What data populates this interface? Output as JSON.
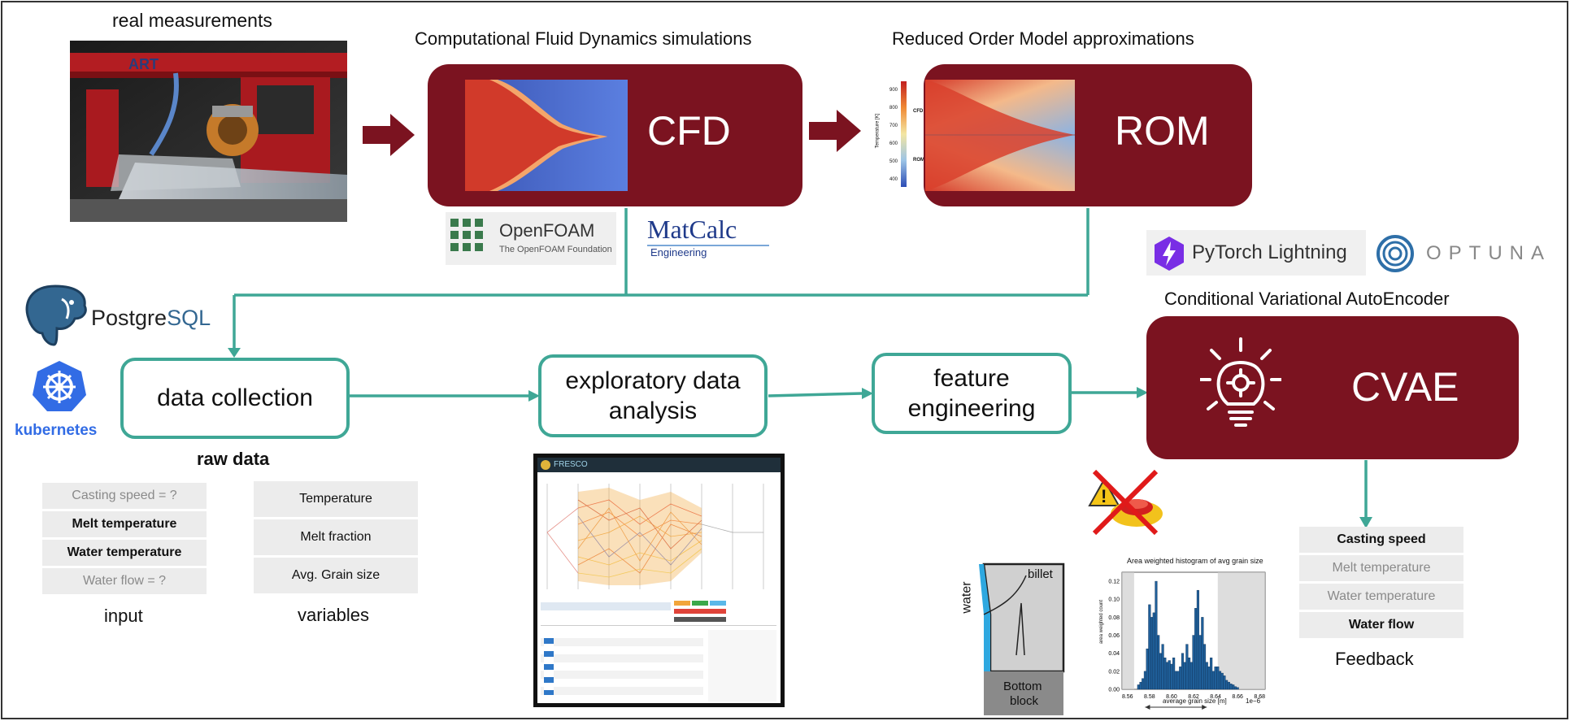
{
  "stages": {
    "real_measurements": "real measurements",
    "cfd_title": "Computational Fluid Dynamics simulations",
    "cfd_label": "CFD",
    "rom_title": "Reduced Order Model approximations",
    "rom_label": "ROM",
    "cvae_title": "Conditional Variational AutoEncoder",
    "cvae_label": "CVAE"
  },
  "rom_plot": {
    "colorbar_label": "Temperature [K]",
    "colorbar_ticks": [
      "900",
      "800",
      "700",
      "600",
      "500",
      "400"
    ],
    "side_labels": [
      "CFD",
      "ROM"
    ]
  },
  "logos": {
    "openfoam": "OpenFOAM",
    "openfoam_sub": "The OpenFOAM Foundation",
    "matcalc": "MatCalc",
    "matcalc_sub": "Engineering",
    "pytorch": "PyTorch Lightning",
    "optuna": "OPTUNA",
    "postgres_a": "Postgre",
    "postgres_b": "SQL",
    "kubernetes": "kubernetes"
  },
  "process": {
    "data_collection": "data collection",
    "eda_line1": "exploratory data",
    "eda_line2": "analysis",
    "fe_line1": "feature",
    "fe_line2": "engineering"
  },
  "raw_data": {
    "heading": "raw data",
    "inputs": [
      "Casting speed = ?",
      "Melt temperature",
      "Water temperature",
      "Water flow  = ?"
    ],
    "input_caption": "input",
    "variables": [
      "Temperature",
      "Melt fraction",
      "Avg. Grain size"
    ],
    "variable_caption": "variables"
  },
  "feedback": {
    "items": [
      "Casting speed",
      "Melt temperature",
      "Water temperature",
      "Water flow"
    ],
    "caption": "Feedback"
  },
  "billet": {
    "water": "water",
    "billet": "billet",
    "bottom_block_1": "Bottom",
    "bottom_block_2": "block"
  },
  "histogram": {
    "title": "Area weighted histogram of avg grain size",
    "ylabel": "area weighted count",
    "xlabel": "average grain size [m]",
    "exponent": "1e−6",
    "xticks": [
      "8.56",
      "8.58",
      "8.60",
      "8.62",
      "8.64",
      "8.66",
      "8.68"
    ],
    "yticks": [
      "0.00",
      "0.02",
      "0.04",
      "0.06",
      "0.08",
      "0.10",
      "0.12"
    ]
  },
  "dashboard": {
    "app_name": "FRESCO"
  },
  "chart_data": {
    "type": "bar",
    "title": "Area weighted histogram of avg grain size",
    "xlabel": "average grain size [m]",
    "ylabel": "area weighted count",
    "xlim": [
      8.555,
      8.685
    ],
    "ylim": [
      0,
      0.13
    ],
    "x": [
      8.57,
      8.572,
      8.574,
      8.576,
      8.578,
      8.58,
      8.582,
      8.584,
      8.586,
      8.588,
      8.59,
      8.592,
      8.594,
      8.596,
      8.598,
      8.6,
      8.602,
      8.604,
      8.606,
      8.608,
      8.61,
      8.612,
      8.614,
      8.616,
      8.618,
      8.62,
      8.622,
      8.624,
      8.626,
      8.628,
      8.63,
      8.632,
      8.634,
      8.636,
      8.638,
      8.64,
      8.642,
      8.644,
      8.646,
      8.648,
      8.65,
      8.652,
      8.654,
      8.656,
      8.658,
      8.66
    ],
    "values": [
      0.005,
      0.008,
      0.012,
      0.02,
      0.045,
      0.094,
      0.08,
      0.085,
      0.12,
      0.06,
      0.04,
      0.05,
      0.035,
      0.03,
      0.032,
      0.028,
      0.035,
      0.02,
      0.02,
      0.025,
      0.04,
      0.03,
      0.05,
      0.035,
      0.03,
      0.06,
      0.09,
      0.11,
      0.06,
      0.08,
      0.05,
      0.03,
      0.025,
      0.035,
      0.02,
      0.025,
      0.025,
      0.02,
      0.018,
      0.015,
      0.01,
      0.008,
      0.006,
      0.005,
      0.003,
      0.002
    ],
    "colors": {
      "bars": "#1f5f99",
      "shaded": "#cfcfcf"
    }
  },
  "colors": {
    "maroon": "#7b1320",
    "teal": "#3fa796"
  }
}
